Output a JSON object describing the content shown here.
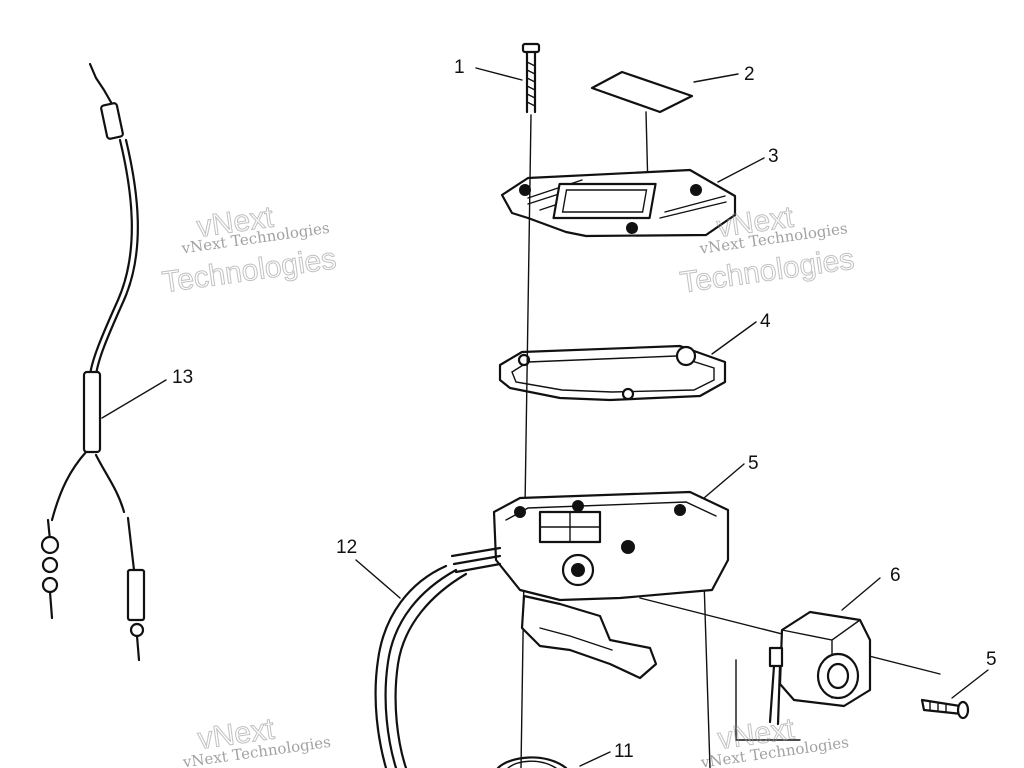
{
  "diagram": {
    "callouts": [
      "1",
      "2",
      "3",
      "4",
      "5",
      "6",
      "5",
      "11",
      "12",
      "13"
    ],
    "watermark": {
      "line1": "vNext",
      "line2": "vNext Technologies",
      "line3": "Technologies"
    }
  }
}
